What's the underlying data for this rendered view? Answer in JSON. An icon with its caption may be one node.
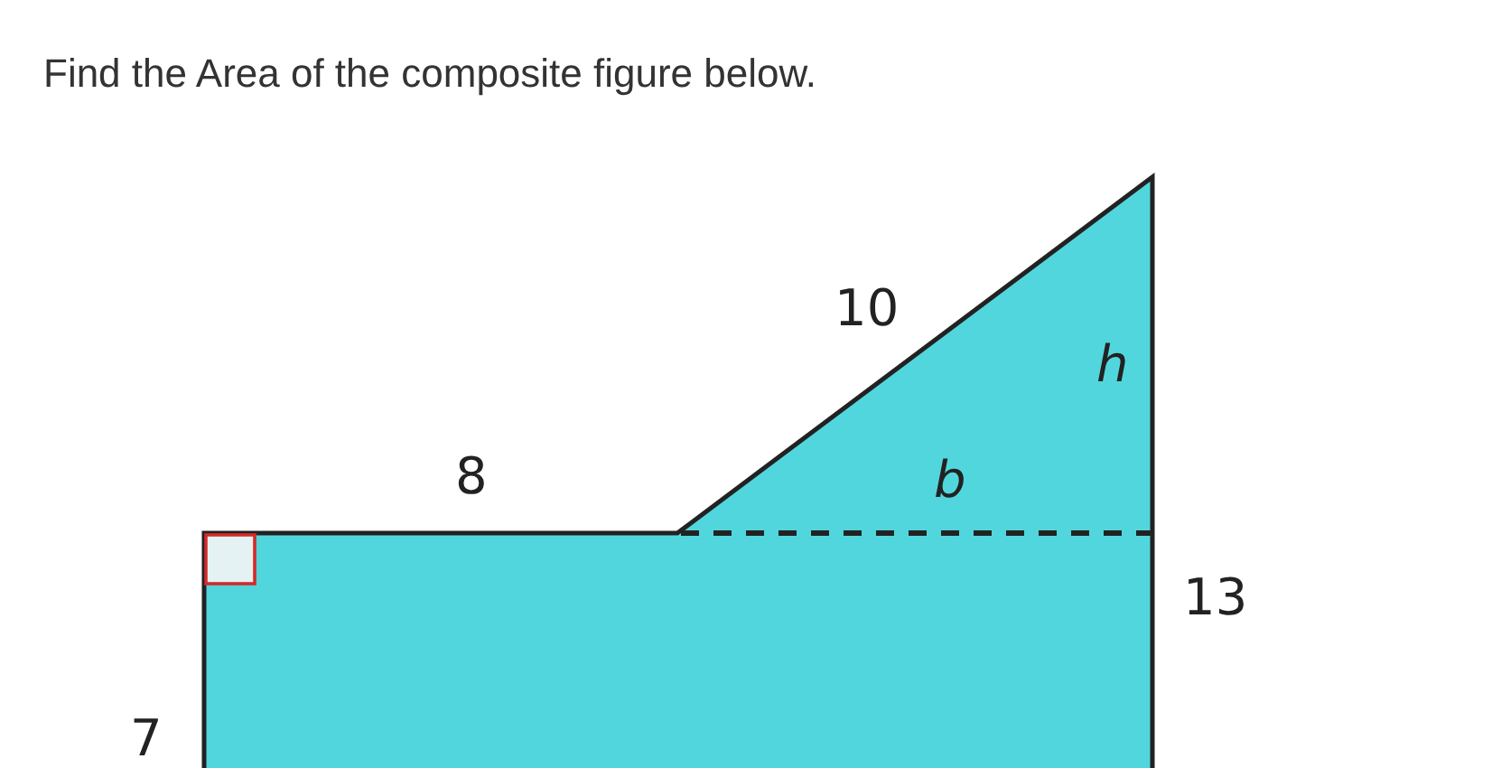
{
  "diagram": {
    "title": "Find the Area of the composite figure below.",
    "labels": [
      "10",
      "h",
      "8",
      "b",
      "13",
      "7"
    ]
  }
}
